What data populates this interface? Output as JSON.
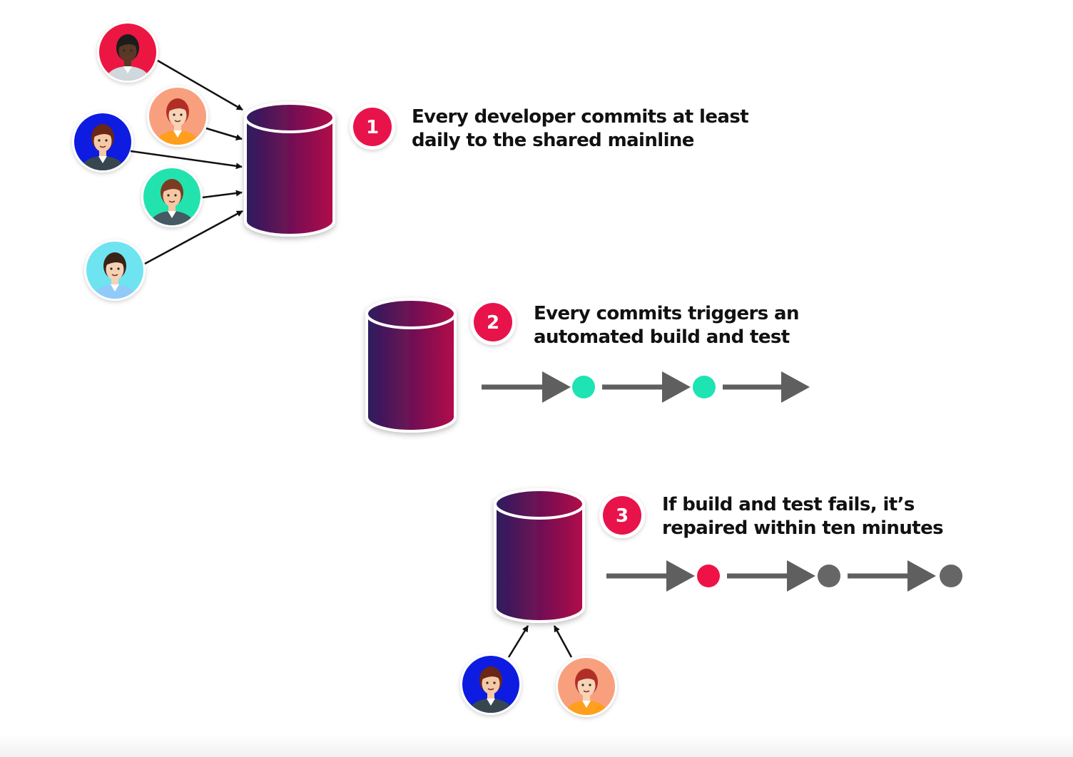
{
  "steps": [
    {
      "number": "1",
      "lines": [
        "Every developer commits at least",
        "daily to the shared mainline"
      ]
    },
    {
      "number": "2",
      "lines": [
        "Every commits triggers an",
        "automated build and test"
      ]
    },
    {
      "number": "3",
      "lines": [
        "If build and test fails, it’s",
        "repaired within ten minutes"
      ]
    }
  ],
  "colors": {
    "badge": "#e8134b",
    "cylinder_start": "#2b1c5e",
    "cylinder_end": "#b3064a",
    "pipeline_arrow": "#5f5f5f",
    "status_success": "#1ee3b3",
    "status_failure": "#ee1246",
    "status_pending": "#666666"
  },
  "avatars": [
    {
      "icon": "developer-avatar-icon",
      "background": "#ec1342",
      "skin": "#5a3826",
      "hair": "#1d1d1d",
      "outfit": "#cfd8dc"
    },
    {
      "icon": "developer-avatar-icon",
      "background": "#f8a07d",
      "skin": "#f7d4b6",
      "hair": "#b12e25",
      "outfit": "#ff9f1a"
    },
    {
      "icon": "developer-avatar-icon",
      "background": "#0a1fe0",
      "skin": "#f5c9a6",
      "hair": "#6a2518",
      "outfit": "#37474f"
    },
    {
      "icon": "developer-avatar-icon",
      "background": "#22e3ae",
      "skin": "#f6c7a3",
      "hair": "#7b3a20",
      "outfit": "#455a64"
    },
    {
      "icon": "developer-avatar-icon",
      "background": "#6ee4f1",
      "skin": "#f6d2b4",
      "hair": "#3b2417",
      "outfit": "#90caf9"
    },
    {
      "icon": "developer-avatar-icon",
      "background": "#0a1fe0",
      "skin": "#f5c9a6",
      "hair": "#6a2518",
      "outfit": "#37474f"
    },
    {
      "icon": "developer-avatar-icon",
      "background": "#f8a07d",
      "skin": "#f7d4b6",
      "hair": "#b12e25",
      "outfit": "#ff9f1a"
    }
  ]
}
